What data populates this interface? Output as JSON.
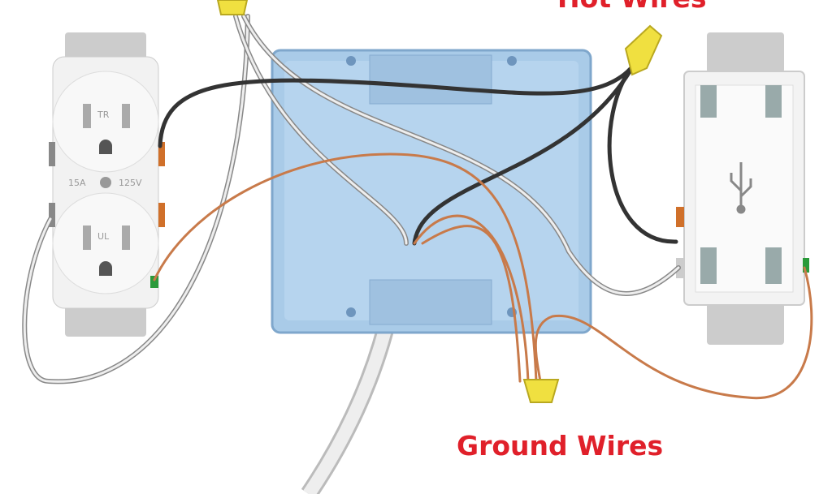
{
  "labels": {
    "hot_wires": "Hot Wires",
    "ground_wires": "Ground Wires"
  },
  "outlet": {
    "rating_amps": "15A",
    "rating_volts": "125V",
    "top_mark": "TR",
    "bottom_mark": "UL"
  },
  "colors": {
    "label": "#e0202a",
    "box": "#a9cbe8",
    "ground_wire": "#c87a4a",
    "hot_wire": "#333333",
    "neutral_wire": "#e6e6e6",
    "wire_nut": "#f0e040"
  },
  "icons": {
    "usb": "usb-icon"
  }
}
